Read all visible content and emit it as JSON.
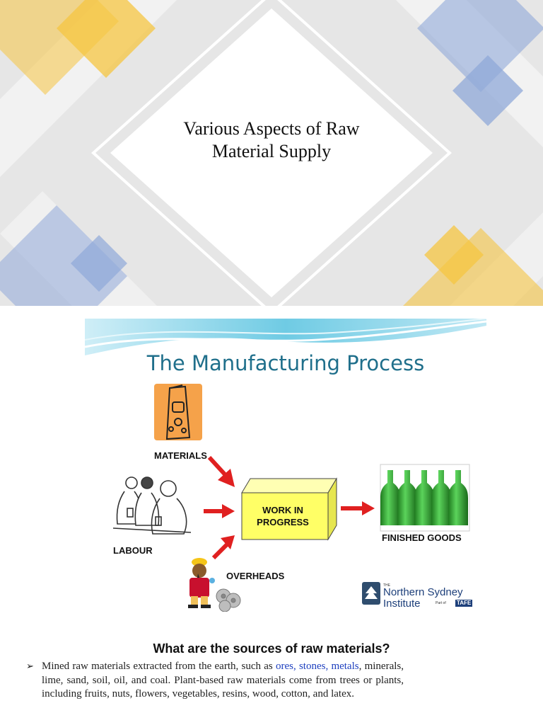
{
  "title_slide": {
    "title_line1": "Various Aspects of Raw",
    "title_line2": "Material Supply",
    "colors": {
      "background": "#e6e6e6",
      "yellow": "#f5c542",
      "blue": "#8fa8d8"
    }
  },
  "manufacturing_slide": {
    "title": "The Manufacturing Process",
    "labels": {
      "materials": "MATERIALS",
      "labour": "LABOUR",
      "overheads": "OVERHEADS",
      "work_in_progress_line1": "WORK IN",
      "work_in_progress_line2": "PROGRESS",
      "finished_goods": "FINISHED GOODS"
    },
    "logo": {
      "the": "THE",
      "line1": "Northern Sydney",
      "line2": "Institute",
      "tag": "Part of",
      "tafe": "TAFE"
    },
    "colors": {
      "title": "#1f6f8b",
      "arrow": "#e02020",
      "box": "#ffff66",
      "wave": "#7fd3e8"
    }
  },
  "sources": {
    "heading": "What are the sources of raw materials?",
    "bullet": "➢",
    "text_part1": "Mined raw materials extracted from the earth, such as ",
    "text_highlight": "ores, stones, metals",
    "text_part2": ", minerals, lime, sand, soil, oil, and coal. Plant-based raw materials come from trees or plants, including fruits, nuts, flowers, vegetables, resins, wood, cotton, and latex."
  }
}
